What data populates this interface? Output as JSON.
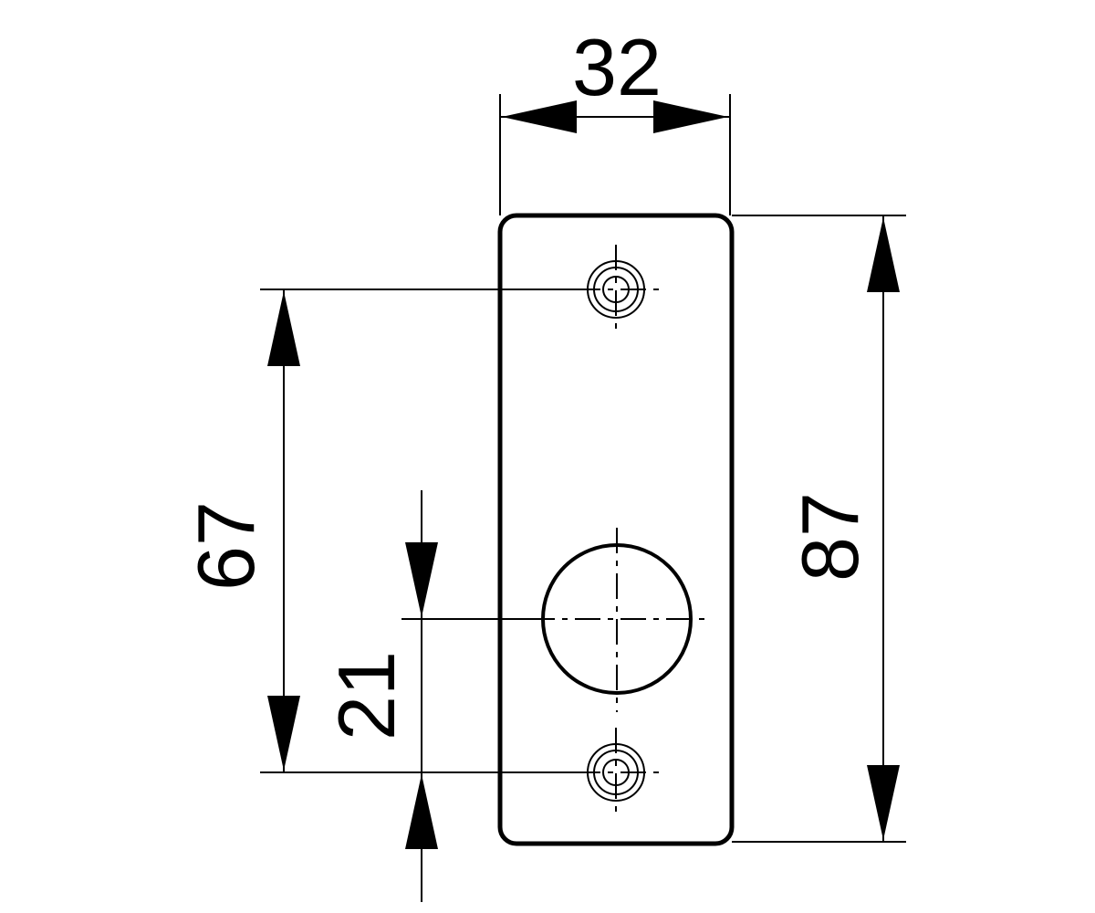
{
  "drawing": {
    "dimensions": {
      "width": "32",
      "height": "87",
      "hole_spacing": "67",
      "center_offset": "21"
    }
  }
}
